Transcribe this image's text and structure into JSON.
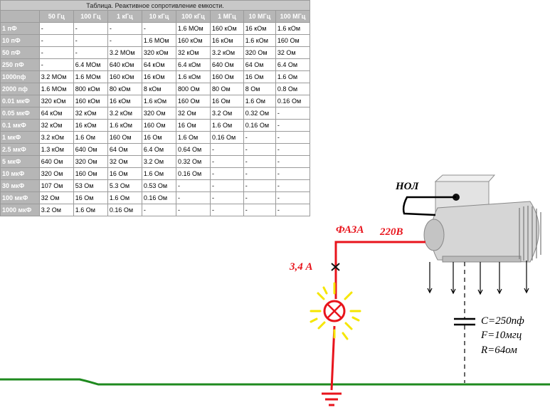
{
  "table": {
    "caption": "Таблица. Реактивное сопротивление емкости.",
    "columns": [
      "50 Гц",
      "100 Гц",
      "1 кГц",
      "10 кГц",
      "100 кГц",
      "1 МГц",
      "10 МГц",
      "100 МГц"
    ],
    "rows": [
      {
        "label": "1 пФ",
        "cells": [
          "-",
          "-",
          "-",
          "-",
          "1.6 МОм",
          "160 кОм",
          "16 кОм",
          "1.6 кОм"
        ]
      },
      {
        "label": "10 пФ",
        "cells": [
          "-",
          "-",
          "-",
          "1.6 МОм",
          "160 кОм",
          "16 кОм",
          "1.6 кОм",
          "160 Ом"
        ]
      },
      {
        "label": "50 пФ",
        "cells": [
          "-",
          "-",
          "3.2 МОм",
          "320 кОм",
          "32 кОм",
          "3.2 кОм",
          "320 Ом",
          "32 Ом"
        ]
      },
      {
        "label": "250 пФ",
        "cells": [
          "-",
          "6.4 МОм",
          "640 кОм",
          "64 кОм",
          "6.4 кОм",
          "640 Ом",
          "64 Ом",
          "6.4 Ом"
        ]
      },
      {
        "label": "1000пф",
        "cells": [
          "3.2 МОм",
          "1.6 МОм",
          "160 кОм",
          "16 кОм",
          "1.6 кОм",
          "160 Ом",
          "16 Ом",
          "1.6 Ом"
        ]
      },
      {
        "label": "2000 пф",
        "cells": [
          "1.6 МОм",
          "800 кОм",
          "80 кОм",
          "8 кОм",
          "800 Ом",
          "80 Ом",
          "8 Ом",
          "0.8 Ом"
        ]
      },
      {
        "label": "0.01 мкФ",
        "cells": [
          "320 кОм",
          "160 кОм",
          "16 кОм",
          "1.6 кОм",
          "160 Ом",
          "16 Ом",
          "1.6 Ом",
          "0.16 Ом"
        ]
      },
      {
        "label": "0.05 мкФ",
        "cells": [
          "64 кОм",
          "32 кОм",
          "3.2 кОм",
          "320 Ом",
          "32 Ом",
          "3.2 Ом",
          "0.32 Ом",
          "-"
        ]
      },
      {
        "label": "0.1 мкФ",
        "cells": [
          "32 кОм",
          "16 кОм",
          "1.6 кОм",
          "160 Ом",
          "16 Ом",
          "1.6 Ом",
          "0.16 Ом",
          "-"
        ]
      },
      {
        "label": "1 мкФ",
        "cells": [
          "3.2 кОм",
          "1.6 Ом",
          "160 Ом",
          "16 Ом",
          "1.6 Ом",
          "0.16 Ом",
          "-",
          "-"
        ]
      },
      {
        "label": "2.5 мкФ",
        "cells": [
          "1.3 кОм",
          "640 Ом",
          "64 Ом",
          "6.4 Ом",
          "0.64 Ом",
          "-",
          "-",
          "-"
        ]
      },
      {
        "label": "5 мкФ",
        "cells": [
          "640 Ом",
          "320 Ом",
          "32 Ом",
          "3.2 Ом",
          "0.32 Ом",
          "-",
          "-",
          "-"
        ]
      },
      {
        "label": "10 мкФ",
        "cells": [
          "320 Ом",
          "160 Ом",
          "16 Ом",
          "1.6 Ом",
          "0.16 Ом",
          "-",
          "-",
          "-"
        ]
      },
      {
        "label": "30 мкФ",
        "cells": [
          "107 Ом",
          "53 Ом",
          "5.3 Ом",
          "0.53 Ом",
          "-",
          "-",
          "-",
          "-"
        ]
      },
      {
        "label": "100 мкФ",
        "cells": [
          "32 Ом",
          "16 Ом",
          "1.6 Ом",
          "0.16 Ом",
          "-",
          "-",
          "-",
          "-"
        ]
      },
      {
        "label": "1000 мкФ",
        "cells": [
          "3.2 Ом",
          "1.6 Ом",
          "0.16 Ом",
          "-",
          "-",
          "-",
          "-",
          "-"
        ]
      }
    ]
  },
  "diagram": {
    "neutral_label": "НОЛ",
    "phase_label": "ФАЗА",
    "voltage_label": "220В",
    "current_label": "3,4 А",
    "cap_label": "C=250пф",
    "freq_label": "F=10мгц",
    "res_label": "R=64ом",
    "colors": {
      "wire": "#e8141c",
      "ground": "#1f8a1f",
      "lamp_glow": "#f5e600",
      "generator": "#d9d9d9",
      "table_header": "#b6b6b6"
    }
  }
}
